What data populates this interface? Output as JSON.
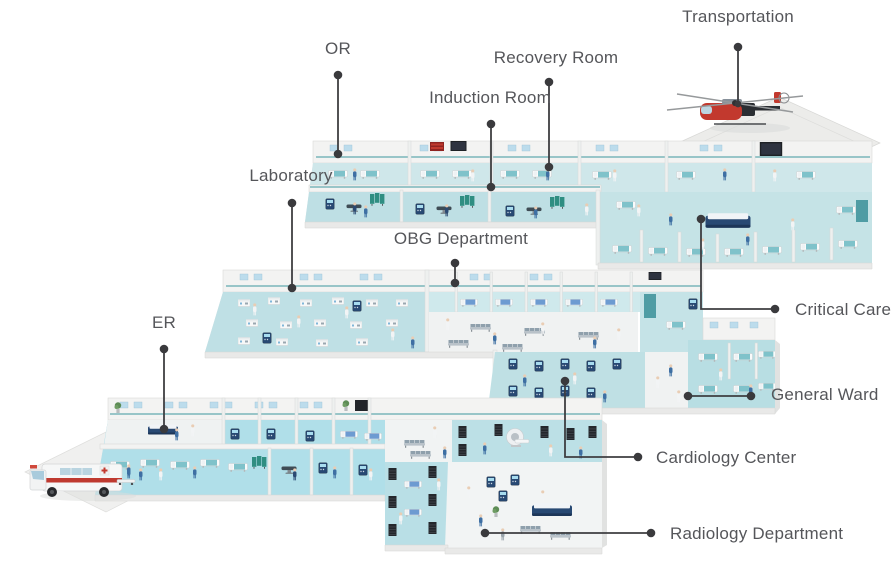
{
  "title": "Hospital departments isometric map",
  "labels": {
    "transportation": "Transportation",
    "or": "OR",
    "recovery_room": "Recovery Room",
    "induction_room": "Induction Room",
    "laboratory": "Laboratory",
    "obg_department": "OBG Department",
    "critical_care": "Critical Care",
    "er": "ER",
    "general_ward": "General Ward",
    "cardiology_center": "Cardiology Center",
    "radiology_department": "Radiology Department"
  },
  "icons": {
    "helicopter": "medical-helicopter",
    "ambulance": "ambulance-van",
    "callout_marker": "dot"
  },
  "colors": {
    "background": "#ffffff",
    "label_text": "#55565a",
    "callout_line": "#3e3e41",
    "wall_white": "#f3f3f2",
    "floor_teal": "#bfe0e4",
    "floor_er_cyan": "#b0dfe9",
    "wall_rail_teal": "#7ab6ba",
    "screen_green": "#2f8e82",
    "equipment_navy": "#284973",
    "helicopter_red": "#c2392e",
    "ambulance_stripe_red": "#bf3a30"
  }
}
